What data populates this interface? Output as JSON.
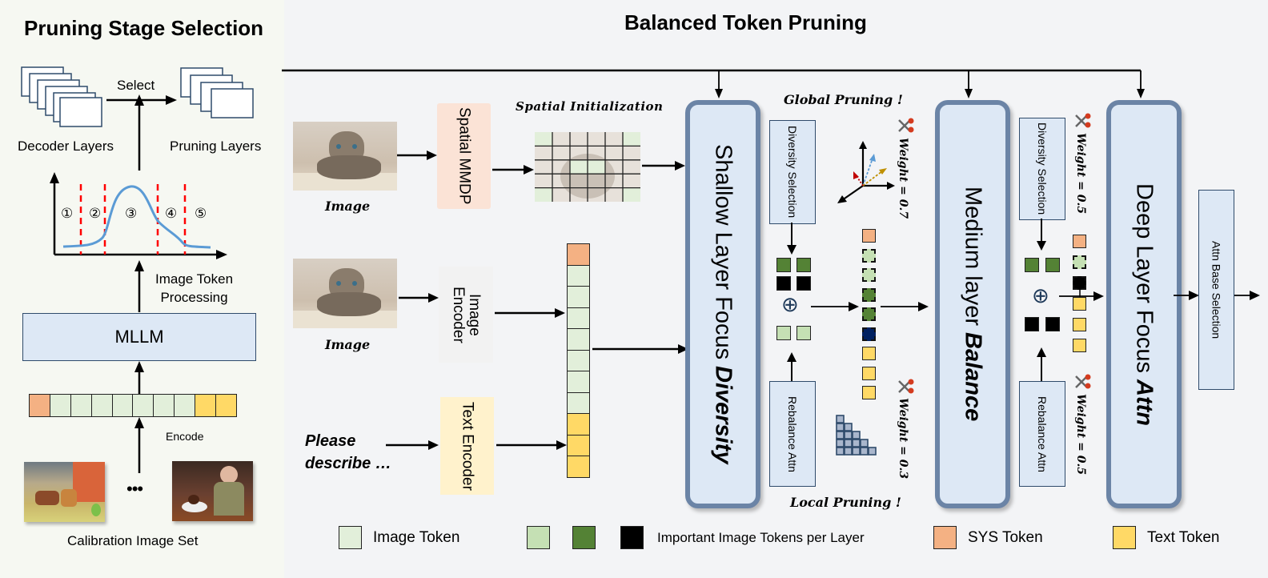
{
  "left_panel": {
    "title": "Pruning Stage Selection",
    "decoder_layers_label": "Decoder Layers",
    "select_label": "Select",
    "pruning_layers_label": "Pruning Layers",
    "stage_markers": [
      "①",
      "②",
      "③",
      "④",
      "⑤"
    ],
    "processing_label_line1": "Image Token",
    "processing_label_line2": "Processing",
    "mllm_label": "MLLM",
    "encode_label": "Encode",
    "ellipsis": "•••",
    "calibration_label": "Calibration Image Set",
    "token_sequence": [
      "sys",
      "img",
      "img",
      "img",
      "img",
      "img",
      "img",
      "img",
      "text",
      "text"
    ]
  },
  "main": {
    "title": "Balanced Token Pruning",
    "image_label_1": "Image",
    "image_label_2": "Image",
    "spatial_mmdp_label": "Spatial MMDP",
    "spatial_init_label": "Spatial Initialization",
    "image_encoder_label": "Image Encoder",
    "text_encoder_label": "Text Encoder",
    "prompt_line1": "Please",
    "prompt_line2": "describe …",
    "input_sequence": [
      "sys",
      "img",
      "img",
      "img",
      "img",
      "img",
      "img",
      "img",
      "text",
      "text",
      "text"
    ],
    "shallow_stage": {
      "label_plain": "Shallow Layer Focus ",
      "label_emph": "Diversity"
    },
    "medium_stage": {
      "label_plain": "Medium layer ",
      "label_emph": "Balance"
    },
    "deep_stage": {
      "label_plain": "Deep Layer Focus ",
      "label_emph": "Attn"
    },
    "global_pruning_label": "Global Pruning !",
    "local_pruning_label": "Local Pruning !",
    "diversity_selection_label": "Diversity Selection",
    "rebalance_attn_label": "Rebalance Attn",
    "attn_base_selection_label": "Attn Base Selection",
    "oplus": "⊕",
    "shallow_weights": {
      "top": "Weight = 0.7",
      "bottom": "Weight = 0.3"
    },
    "deep_weights": {
      "top": "Weight = 0.5",
      "bottom": "Weight = 0.5"
    },
    "shallow_output_tokens": [
      "sys",
      "light-dashed",
      "light-dashed",
      "dark-dashed",
      "dark-dashed",
      "navy-dashed",
      "text",
      "text",
      "text"
    ],
    "medium_output_tokens": [
      "sys",
      "light-dashed",
      "black-dashed",
      "text",
      "text",
      "text"
    ]
  },
  "legend": {
    "image_token": "Image Token",
    "important_tokens": "Important Image Tokens per Layer",
    "sys_token": "SYS Token",
    "text_token": "Text Token"
  },
  "colors": {
    "sys": "#f4b183",
    "img": "#e2efda",
    "img_light": "#c5e0b4",
    "img_dark": "#548235",
    "important_black": "#000000",
    "navy": "#002060",
    "text": "#ffd966",
    "stage_fill": "#dde8f5",
    "stage_border": "#6b84a6",
    "curve": "#5b9bd5",
    "divider": "#ff0000"
  }
}
